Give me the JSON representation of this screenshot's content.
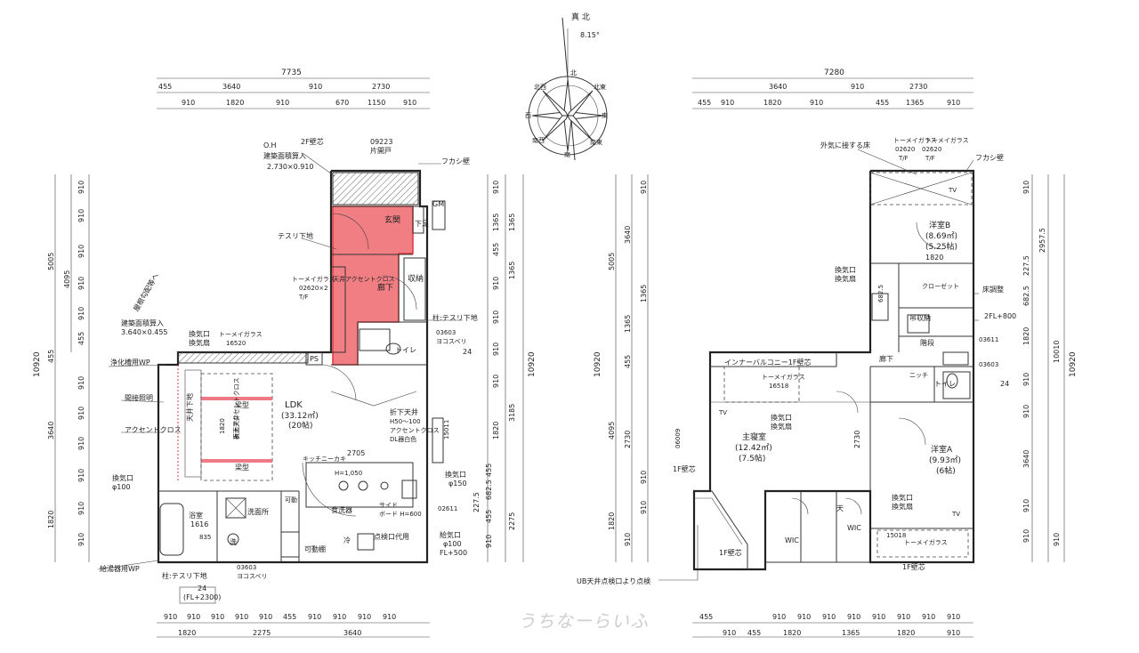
{
  "compass": {
    "north": "真 北",
    "angle": "8.15°",
    "dirs": [
      "北",
      "北東",
      "東",
      "南東",
      "南",
      "南西",
      "西",
      "北西"
    ]
  },
  "plan1": {
    "dims_top": {
      "total": "7735",
      "row2": [
        "455",
        "3640",
        "910",
        "2730"
      ],
      "row3": [
        "910",
        "1820",
        "910",
        "670",
        "1150",
        "910"
      ]
    },
    "dims_bottom": {
      "row1": [
        "910",
        "910",
        "910",
        "910",
        "910",
        "455",
        "910",
        "910",
        "910",
        "910"
      ],
      "row2": [
        "1820",
        "2275",
        "3640"
      ]
    },
    "dims_left": {
      "total": "10920",
      "seg1": "5005",
      "seg2": "4095",
      "seg3": "3640",
      "seg4": "1820",
      "small": [
        "455",
        "910",
        "910",
        "910",
        "910",
        "910",
        "455",
        "910",
        "910",
        "910",
        "910",
        "910",
        "910"
      ]
    },
    "dims_right": {
      "total": "10920",
      "seg": [
        "1365",
        "455",
        "1365",
        "910",
        "910",
        "910",
        "3185",
        "1820",
        "455",
        "682.5",
        "227.5",
        "455",
        "2275",
        "910"
      ],
      "upper": [
        "910",
        "1365",
        "910"
      ]
    },
    "labels": {
      "oh": "O.H",
      "area1": "建築面積算入",
      "area1_val": "2.730×0.910",
      "f2core": "2F壁芯",
      "door1_code": "09223",
      "door1_name": "片開戸",
      "fukashi": "フカシ壁",
      "genkan": "玄関",
      "kutsu": "下足",
      "gm": "GM",
      "kaidan_up": "天井アクセントクロス",
      "tesuri": "テスリ下地",
      "torame": "トーメイガラス",
      "window1": "02620×2",
      "window1b": "T/F",
      "rouka": "廊下",
      "shuno": "収納",
      "hashira": "柱:テスリ下地",
      "w03603": "03603",
      "kosube": "ヨコスベリ",
      "n24": "24",
      "ps": "PS",
      "toire": "トイレ",
      "area2": "建築面積算入",
      "area2_val": "3.640×0.455",
      "kanki1": "換気口",
      "kanki1b": "換気扇",
      "trm16520": "トーメイガラス",
      "n16520": "16520",
      "jokaso": "浄化槽用WP",
      "kansetsu": "間接照明",
      "accent": "アクセントクロス",
      "tenjo": "天井下地",
      "ldk": "LDK",
      "ldk_area": "(33.12㎡)",
      "ldk_tatami": "(20帖)",
      "hari1": "梁型",
      "hari2": "梁型",
      "orikoshi": "折上天井",
      "orikoshi_b": "表面アクセントクロス",
      "orisage": "折下天井",
      "orisage_b": "H50～100",
      "orisage_c": "アクセントクロス",
      "orisage_d": "DL器白色",
      "n15011": "15011",
      "n1820v": "1820",
      "n2705": "2705",
      "kitchen": "キッチニーカキ",
      "h1050": "H=1,050",
      "kanki2": "換気口",
      "kanki2_d": "φ150",
      "kanki3": "換気口",
      "kanki3_d": "φ100",
      "yokushitsu": "浴室",
      "n1616": "1616",
      "senmenjo": "洗面所",
      "kado": "可動",
      "shokusenki": "食洗器",
      "side": "サイド",
      "board": "ボード H=600",
      "w02611": "02611",
      "n835": "835",
      "sen": "洗",
      "tenken": "点検口代用",
      "kyuki": "給気口",
      "kyuki_d": "φ100",
      "kyuki_fl": "FL+500",
      "kadotana": "可動棚",
      "rei": "冷",
      "kyutoki": "給湯器用WP",
      "hashira2": "柱:テスリ下地",
      "w03603b": "03603",
      "kosube2": "ヨコスベリ",
      "n24b": "24",
      "fl2300": "(FL+2300)",
      "yukamenseki": "屋根勾配等へ"
    }
  },
  "plan2": {
    "dims_top": {
      "total": "7280",
      "row2": [
        "3640",
        "910",
        "2730"
      ],
      "row3": [
        "455",
        "910",
        "1820",
        "910",
        "455",
        "1365",
        "910"
      ]
    },
    "dims_bottom": {
      "row1": [
        "455",
        "910",
        "910",
        "910",
        "910",
        "910",
        "910",
        "910",
        "910"
      ],
      "row2": [
        "910",
        "455",
        "1820",
        "1365",
        "1820",
        "910"
      ]
    },
    "dims_left": {
      "total": "10920",
      "seg1": "5005",
      "seg2": "4095",
      "seg3": "1820",
      "small": [
        "3640",
        "1365",
        "1365",
        "455",
        "2730",
        "910",
        "910",
        "910",
        "910"
      ]
    },
    "dims_right": {
      "total": "10920",
      "seg": [
        "2957.5",
        "910",
        "227.5",
        "682.5",
        "1820",
        "910",
        "910",
        "3640",
        "910",
        "910",
        "910"
      ],
      "big": "10010"
    },
    "labels": {
      "gaiki": "外気に接する床",
      "trm1": "トーメイガラス",
      "trm2": "トーメイガラス",
      "w02620a": "02620",
      "w02620b": "02620",
      "tf1": "T/F",
      "tf2": "T/F",
      "fukashi": "フカシ壁",
      "tv1": "TV",
      "yoshitsu_b": "洋室B",
      "b_area": "(8.69㎡)",
      "b_tatami": "(5.25帖)",
      "kanki1": "換気口",
      "kanki1b": "換気扇",
      "n1820": "1820",
      "closet": "クローゼット",
      "yukachosei": "床調整",
      "n682": "682.5",
      "tsurishuno": "吊収納",
      "fl800": "2FL+800",
      "kaidan": "階段",
      "inner": "インナーバルコニー1F壁芯",
      "trm3": "トーメイガラス",
      "n16518": "16518",
      "rouka": "廊下",
      "niche": "ニッチ",
      "toire": "トイレ",
      "n24": "24",
      "w03603": "03603",
      "w03611": "03611",
      "shushinshitsu": "主寝室",
      "s_area": "(12.42㎡)",
      "s_tatami": "(7.5帖)",
      "kanki2": "換気口",
      "kanki2b": "換気扇",
      "tv2": "TV",
      "w06009": "06009",
      "n2730": "2730",
      "yoshitsu_a": "洋室A",
      "a_area": "(9.93㎡)",
      "a_tatami": "(6帖)",
      "f1core1": "1F壁芯",
      "wic1": "WIC",
      "wic2": "WIC",
      "ten": "天",
      "kanki3": "換気口",
      "kanki3b": "換気扇",
      "tv3": "TV",
      "n15018": "15018",
      "trm4": "トーメイガラス",
      "f1core2": "1F壁芯",
      "f1core3": "1F壁芯",
      "ub": "UB天井点検口より点検"
    }
  },
  "watermark": "うちなーらいふ",
  "colors": {
    "line": "#333333",
    "red_fill": "#f07e83",
    "red_line": "#e0353d",
    "pink_band": "#ef7a86"
  }
}
